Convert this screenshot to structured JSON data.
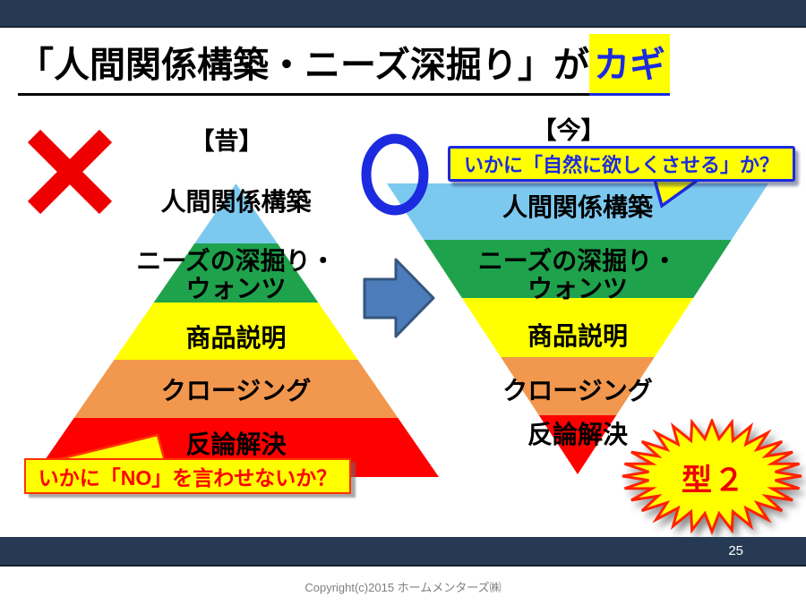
{
  "title": {
    "main": "「人間関係構築・ニーズ深掘り」が",
    "highlight": "カギ",
    "highlight_color": "#1C2BE0",
    "highlight_bg": "#FFFF00"
  },
  "old": {
    "heading": "【昔】",
    "mark": "x-mark",
    "mark_color": "#EE0000",
    "callout": "いかに「NO」を言わせないか？",
    "callout_text_color": "#FF0000",
    "callout_bg": "#FFFF00"
  },
  "new": {
    "heading": "【今】",
    "mark": "circle-mark",
    "mark_color": "#1C2BE0",
    "callout": "いかに「自然に欲しくさせる」か？",
    "callout_text_color": "#1C2BE0",
    "callout_bg": "#FFFF00"
  },
  "layers": [
    {
      "label": "人間関係構築",
      "color": "#7CC9F0"
    },
    {
      "label": "ニーズの深掘り・\nウォンツ",
      "color": "#1FA24C"
    },
    {
      "label": "商品説明",
      "color": "#FFFF00"
    },
    {
      "label": "クロージング",
      "color": "#F2974E"
    },
    {
      "label": "反論解決",
      "color": "#FF0000"
    }
  ],
  "arrow": {
    "fill": "#4C7CBA",
    "stroke": "#35567E"
  },
  "badge": {
    "label": "型２",
    "fill": "#FFFF00",
    "border": "#FF2200",
    "text_color": "#EE0000"
  },
  "footer": {
    "page_number": "25",
    "copyright": "Copyright(c)2015 ホームメンターズ㈱",
    "bar_color": "#263A54"
  }
}
